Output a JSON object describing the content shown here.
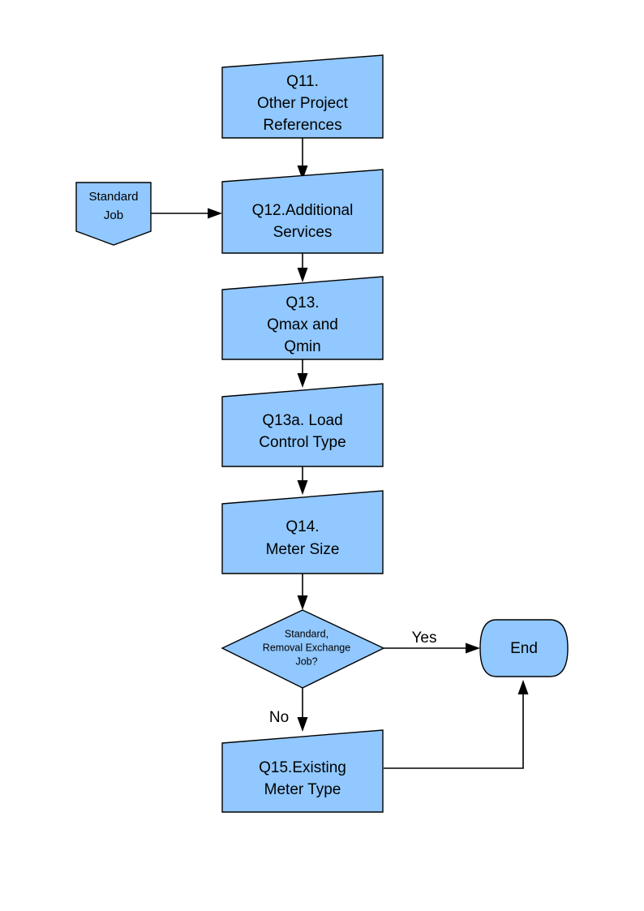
{
  "diagram": {
    "type": "flowchart",
    "background_color": "#ffffff",
    "node_fill_color": "#91c8ff",
    "node_stroke_color": "#000000",
    "text_color": "#000000",
    "nodes": [
      {
        "id": "q11",
        "shape": "slanted-top-box",
        "lines": [
          "Q11.",
          "Other Project",
          "References"
        ]
      },
      {
        "id": "standard_job",
        "shape": "pentagon-notched-bottom",
        "lines": [
          "Standard",
          "Job"
        ]
      },
      {
        "id": "q12",
        "shape": "slanted-top-box",
        "lines": [
          "Q12.Additional",
          "Services"
        ]
      },
      {
        "id": "q13",
        "shape": "slanted-top-box",
        "lines": [
          "Q13.",
          "Qmax and",
          "Qmin"
        ]
      },
      {
        "id": "q13a",
        "shape": "slanted-top-box",
        "lines": [
          "Q13a. Load",
          "Control Type"
        ]
      },
      {
        "id": "q14",
        "shape": "slanted-top-box",
        "lines": [
          "Q14.",
          "Meter Size"
        ]
      },
      {
        "id": "decision",
        "shape": "diamond",
        "lines": [
          "Standard,",
          "Removal Exchange",
          "Job?"
        ]
      },
      {
        "id": "end",
        "shape": "terminator-rounded",
        "lines": [
          "End"
        ]
      },
      {
        "id": "q15",
        "shape": "slanted-top-box",
        "lines": [
          "Q15.Existing",
          "Meter Type"
        ]
      }
    ],
    "edges": [
      {
        "from": "q11",
        "to": "q12",
        "label": ""
      },
      {
        "from": "standard_job",
        "to": "q12",
        "label": ""
      },
      {
        "from": "q12",
        "to": "q13",
        "label": ""
      },
      {
        "from": "q13",
        "to": "q13a",
        "label": ""
      },
      {
        "from": "q13a",
        "to": "q14",
        "label": ""
      },
      {
        "from": "q14",
        "to": "decision",
        "label": ""
      },
      {
        "from": "decision",
        "to": "end",
        "label": "Yes"
      },
      {
        "from": "decision",
        "to": "q15",
        "label": "No"
      },
      {
        "from": "q15",
        "to": "end",
        "label": ""
      }
    ],
    "edge_labels": {
      "yes": "Yes",
      "no": "No"
    }
  }
}
